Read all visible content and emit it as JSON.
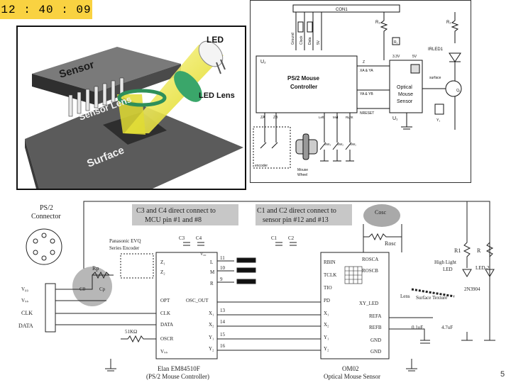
{
  "clock": {
    "time": "12 : 40 : 09"
  },
  "sensor_illustration": {
    "sensor": "Sensor",
    "sensor_lens": "Sensor Lens",
    "led": "LED",
    "led_lens": "LED Lens",
    "surface": "Surface"
  },
  "block_diagram": {
    "con": "CON1",
    "u2": "U₂",
    "controller": [
      "PS/2 Mouse",
      "Controller"
    ],
    "u1": "U₁",
    "sensor": [
      "Optical",
      "Mouse",
      "Sensor"
    ],
    "irled": "IRLED1",
    "ground": "Ground",
    "clock": "Clock",
    "data": "Data",
    "vdd": "5V",
    "r3": "R₃",
    "r2": "R₂",
    "r1": "R₁",
    "z": "Z",
    "xa": "XA & YA",
    "xb": "YA & YB",
    "v33": "3.3V",
    "v5": "5V",
    "za": "ZA",
    "zb": "ZB",
    "left": "Left",
    "mid": "Mid",
    "right": "Right",
    "nreset": "NRESET",
    "q1": "Q₁",
    "y1": "Y₁",
    "encoder": "encoder",
    "mouse_wheel": [
      "Mouse",
      "Wheel"
    ],
    "sw3": "SW₃",
    "sw2": "SW₂",
    "sw1": "SW₁",
    "surface": "surface"
  },
  "schematic": {
    "note_left": [
      "C3 and C4 direct connect to",
      "MCU pin #1 and #8"
    ],
    "note_right": [
      "C1 and C2 direct connect to",
      "sensor pin #12 and #13"
    ],
    "ps2": [
      "PS/2",
      "Connector"
    ],
    "encoder": [
      "Panasonic EVQ",
      "Series Encoder"
    ],
    "vdd": "V₀₀",
    "vss": "Vₛₛ",
    "clk": "CLK",
    "data": "DATA",
    "rp": "Rp",
    "cp": "Cp",
    "c0": "C0",
    "r51k": "51KΩ",
    "mcu_name": [
      "Elan EM84510F",
      "(PS/2 Mouse Controller)"
    ],
    "sensor_name": [
      "OM02",
      "Optical Mouse Sensor"
    ],
    "mcu_left_pins": [
      "Z₁",
      "Z₂",
      "OPT",
      "CLK",
      "DATA",
      "OSCR",
      "Vₛₛ"
    ],
    "mcu_right_pins": [
      "V₀₀",
      "L",
      "M",
      "R",
      "OSC_OUT",
      "X₁",
      "X₂",
      "Y₁",
      "Y₂"
    ],
    "sensor_left_pins": [
      "RBIN",
      "TCLK",
      "TIO",
      "PD",
      "X₁",
      "X₂",
      "Y₁",
      "Y₂"
    ],
    "sensor_right_pins": [
      "ROSCA",
      "ROSCB",
      "XY_LED",
      "REFA",
      "REFB",
      "GND",
      "GND"
    ],
    "pin_numbers_mcu_right": [
      "11",
      "10",
      "9",
      "13",
      "14",
      "15",
      "16"
    ],
    "cosc": "Cosc",
    "rosc": "Rosc",
    "c1": "C1",
    "c2": "C2",
    "c3": "C3",
    "c4": "C4",
    "r1": "R1",
    "r2": "R",
    "high_light": [
      "High Light",
      "LED"
    ],
    "led2": "LED-2",
    "transistor": "2N3904",
    "lens": "Lens",
    "surface": "Surface Texture",
    "cap_01": "0.1uF",
    "cap_47": "4.7uF",
    "page": "5"
  }
}
